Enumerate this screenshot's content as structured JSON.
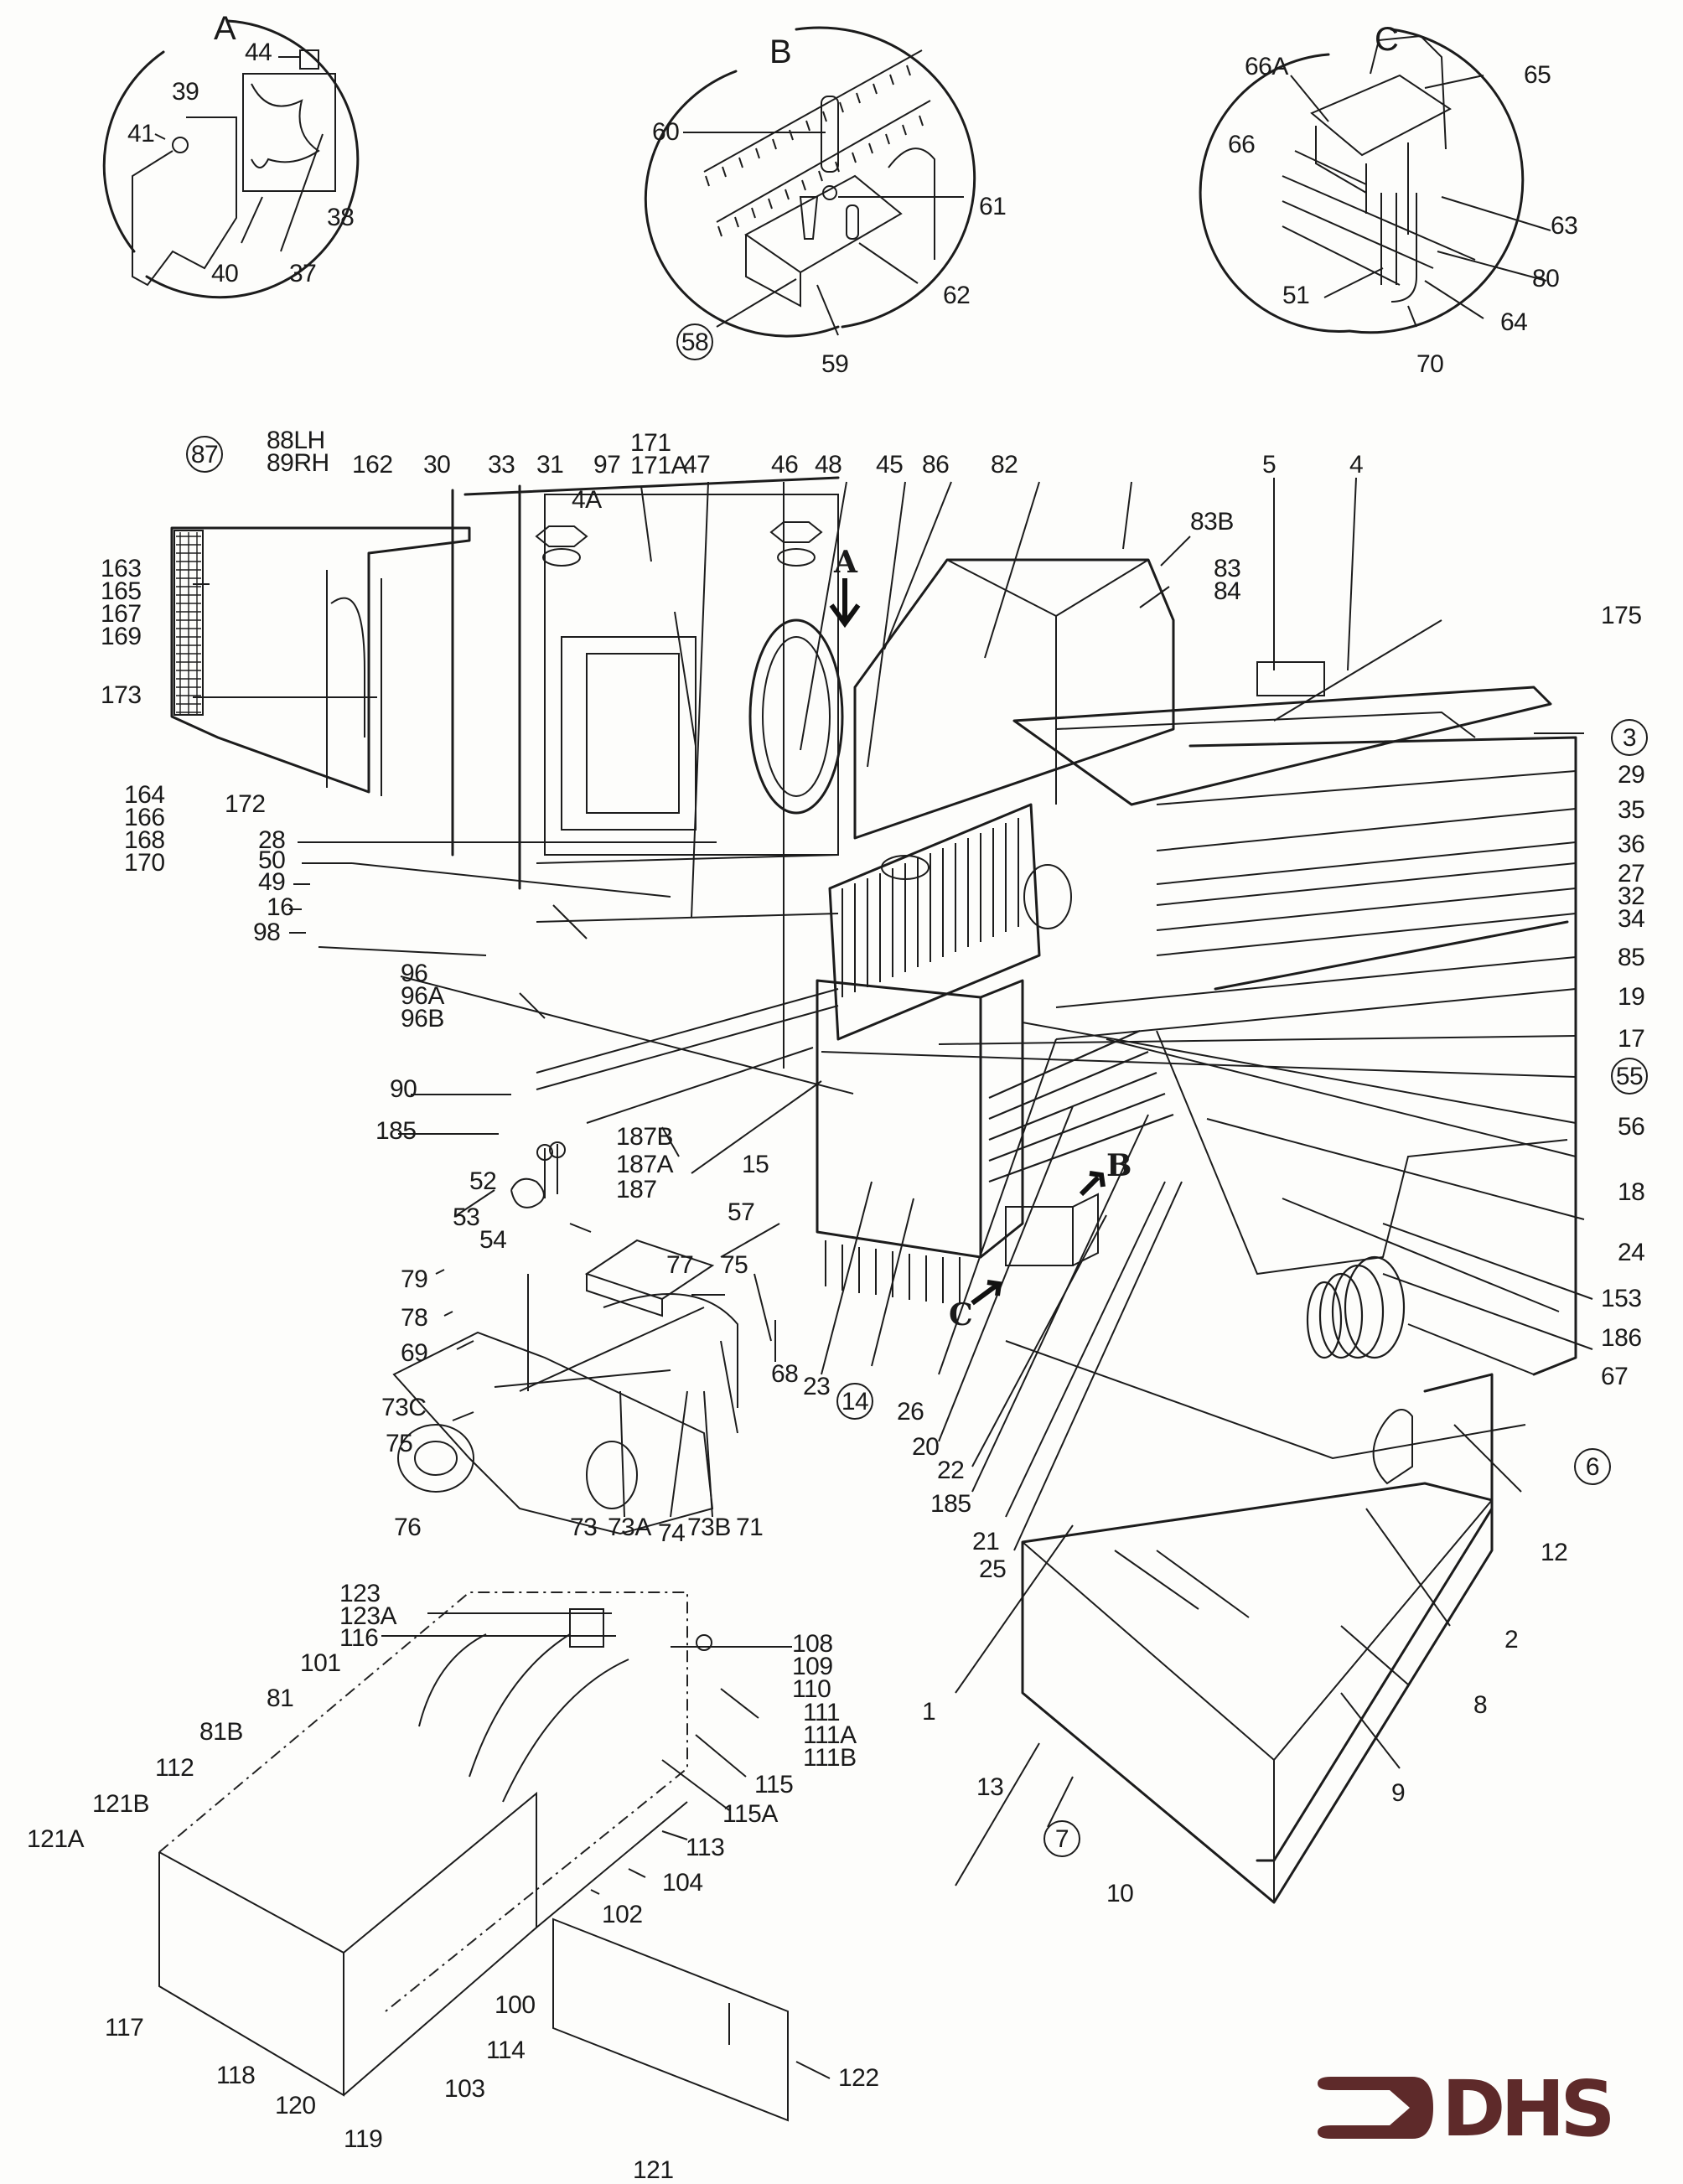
{
  "document": {
    "type": "exploded parts diagram",
    "brand_logo": "DHS",
    "brand_color": "#5e2a2a",
    "line_color": "#1c1c1c"
  },
  "details": {
    "A": {
      "title": "A",
      "labels": [
        "44",
        "39",
        "41",
        "38",
        "40",
        "37"
      ]
    },
    "B": {
      "title": "B",
      "labels": [
        "60",
        "61",
        "62",
        "58",
        "59"
      ],
      "circled": [
        "58"
      ]
    },
    "C": {
      "title": "C",
      "labels": [
        "66A",
        "65",
        "66",
        "63",
        "80",
        "51",
        "64",
        "70"
      ]
    }
  },
  "view_markers": [
    "A",
    "B",
    "C"
  ],
  "main_labels": {
    "top_row": [
      "87",
      "88LH\n89RH",
      "162",
      "30",
      "33",
      "31",
      "4A",
      "97",
      "171\n171A",
      "47",
      "46",
      "48",
      "45",
      "86",
      "82",
      "83B",
      "83\n84",
      "5",
      "4"
    ],
    "left_column": [
      "163\n165\n167\n169",
      "173",
      "164\n166\n168\n170",
      "172",
      "28",
      "50",
      "49",
      "16",
      "98",
      "96\n96A\n96B",
      "90",
      "185",
      "187B",
      "187A",
      "187",
      "15",
      "52",
      "53",
      "54",
      "57",
      "79",
      "78",
      "69",
      "77",
      "75",
      "73C",
      "75",
      "68",
      "76",
      "73",
      "73A",
      "74",
      "73B",
      "71",
      "23",
      "14",
      "26"
    ],
    "right_column": [
      "175",
      "3",
      "29",
      "35",
      "36",
      "27",
      "32",
      "34",
      "85",
      "19",
      "17",
      "55",
      "56",
      "18",
      "24",
      "153",
      "186",
      "67",
      "6",
      "12",
      "2",
      "8",
      "9",
      "1",
      "13",
      "7",
      "10",
      "20",
      "22",
      "185",
      "21",
      "25"
    ],
    "circled": [
      "87",
      "3",
      "55",
      "14",
      "6",
      "7"
    ]
  },
  "lower_assembly_labels": [
    "123\n123A",
    "116",
    "101",
    "81",
    "81B",
    "112",
    "121B",
    "121A",
    "108\n109\n110",
    "111\n111A\n111B",
    "115",
    "115A",
    "113",
    "104",
    "102",
    "100",
    "117",
    "114",
    "118",
    "103",
    "120",
    "119",
    "122",
    "121"
  ]
}
